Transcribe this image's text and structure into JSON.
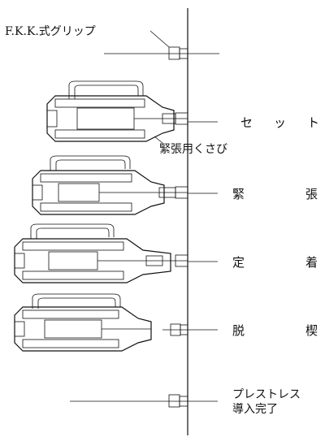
{
  "figure": {
    "grip_label": "F.K.K.式グリップ",
    "wedge_label": "緊張用くさび",
    "steps": [
      {
        "chars": [
          "セ",
          "ッ",
          "ト"
        ]
      },
      {
        "chars": [
          "緊",
          "張"
        ]
      },
      {
        "chars": [
          "定",
          "着"
        ]
      },
      {
        "chars": [
          "脱",
          "楔"
        ]
      },
      {
        "line1": "プレストレス",
        "line2": "導入完了"
      }
    ]
  }
}
